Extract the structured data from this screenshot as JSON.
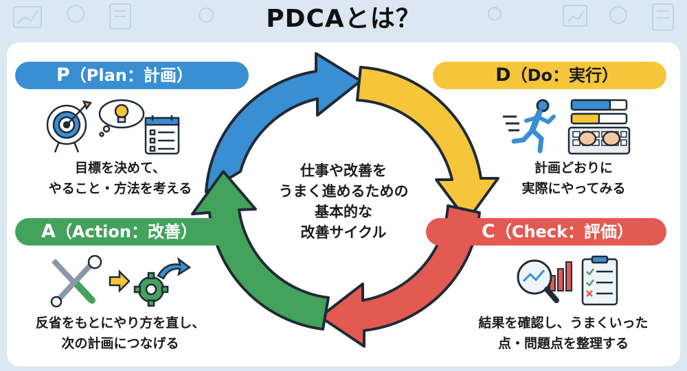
{
  "title": "PDCAとは？",
  "center_text": [
    "仕事や改善を",
    "うまく進めるための",
    "基本的な",
    "改善サイクル"
  ],
  "phases": {
    "plan": {
      "letter": "P",
      "label": "（Plan：計画）",
      "desc": [
        "目標を決めて、",
        "やること・方法を考える"
      ],
      "color": "#3a8ed2",
      "icons": [
        "target-icon",
        "lightbulb-icon",
        "checklist-calendar-icon"
      ]
    },
    "do": {
      "letter": "D",
      "label": "（Do：実行）",
      "desc": [
        "計画どおりに",
        "実際にやってみる"
      ],
      "color": "#f5c63a",
      "icons": [
        "runner-icon",
        "progress-bars-icon",
        "keyboard-typing-icon"
      ]
    },
    "check": {
      "letter": "C",
      "label": "（Check：評価）",
      "desc": [
        "結果を確認し、うまくいった",
        "点・問題点を整理する"
      ],
      "color": "#e35a52",
      "icons": [
        "magnifier-chart-icon",
        "bar-chart-icon",
        "clipboard-check-icon"
      ]
    },
    "action": {
      "letter": "A",
      "label": "（Action：改善）",
      "desc": [
        "反省をもとにやり方を直し、",
        "次の計画につなげる"
      ],
      "color": "#43a35d",
      "icons": [
        "tools-icon",
        "arrow-right-icon",
        "gear-refresh-icon"
      ]
    }
  }
}
